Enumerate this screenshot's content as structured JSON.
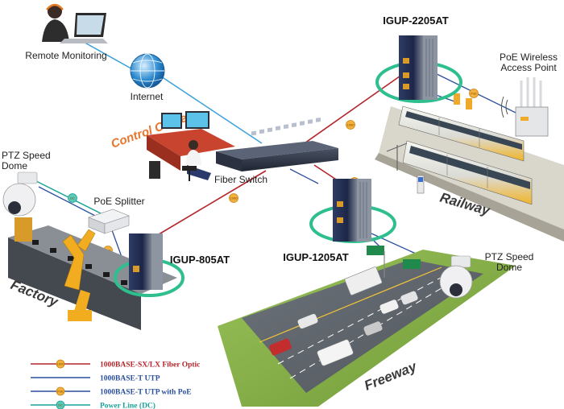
{
  "labels": {
    "remote_monitoring": "Remote Monitoring",
    "internet": "Internet",
    "control_center": "Control Center",
    "fiber_switch": "Fiber Switch",
    "igup_2205at": "IGUP-2205AT",
    "igup_1205at": "IGUP-1205AT",
    "igup_805at": "IGUP-805AT",
    "poe_wireless_ap_line1": "PoE Wireless",
    "poe_wireless_ap_line2": "Access Point",
    "ptz_left_line1": "PTZ Speed",
    "ptz_left_line2": "Dome",
    "ptz_right_line1": "PTZ Speed",
    "ptz_right_line2": "Dome",
    "poe_splitter": "PoE Splitter",
    "factory": "Factory",
    "railway": "Railway",
    "freeway": "Freeway"
  },
  "badges": {
    "fiber": "1000",
    "poe": "PoE",
    "dc": "DC"
  },
  "legend": [
    {
      "label": "1000BASE-SX/LX Fiber Optic",
      "color": "#b3262c",
      "badge": "1000",
      "text_color": "#b3262c"
    },
    {
      "label": "1000BASE-T UTP",
      "color": "#2a4f9c",
      "badge": "",
      "text_color": "#2a4f9c"
    },
    {
      "label": "1000BASE-T UTP with PoE",
      "color": "#2a4f9c",
      "badge": "PoE",
      "text_color": "#2a4f9c"
    },
    {
      "label": "Power Line (DC)",
      "color": "#1aa39a",
      "badge": "DC",
      "text_color": "#1aa39a"
    }
  ],
  "colors": {
    "fiber": "#b3262c",
    "utp": "#2a4f9c",
    "internet_link": "#3aa0dc",
    "dc": "#1aa39a",
    "ring": "#2fbf8f",
    "accent": "#e8772e"
  }
}
